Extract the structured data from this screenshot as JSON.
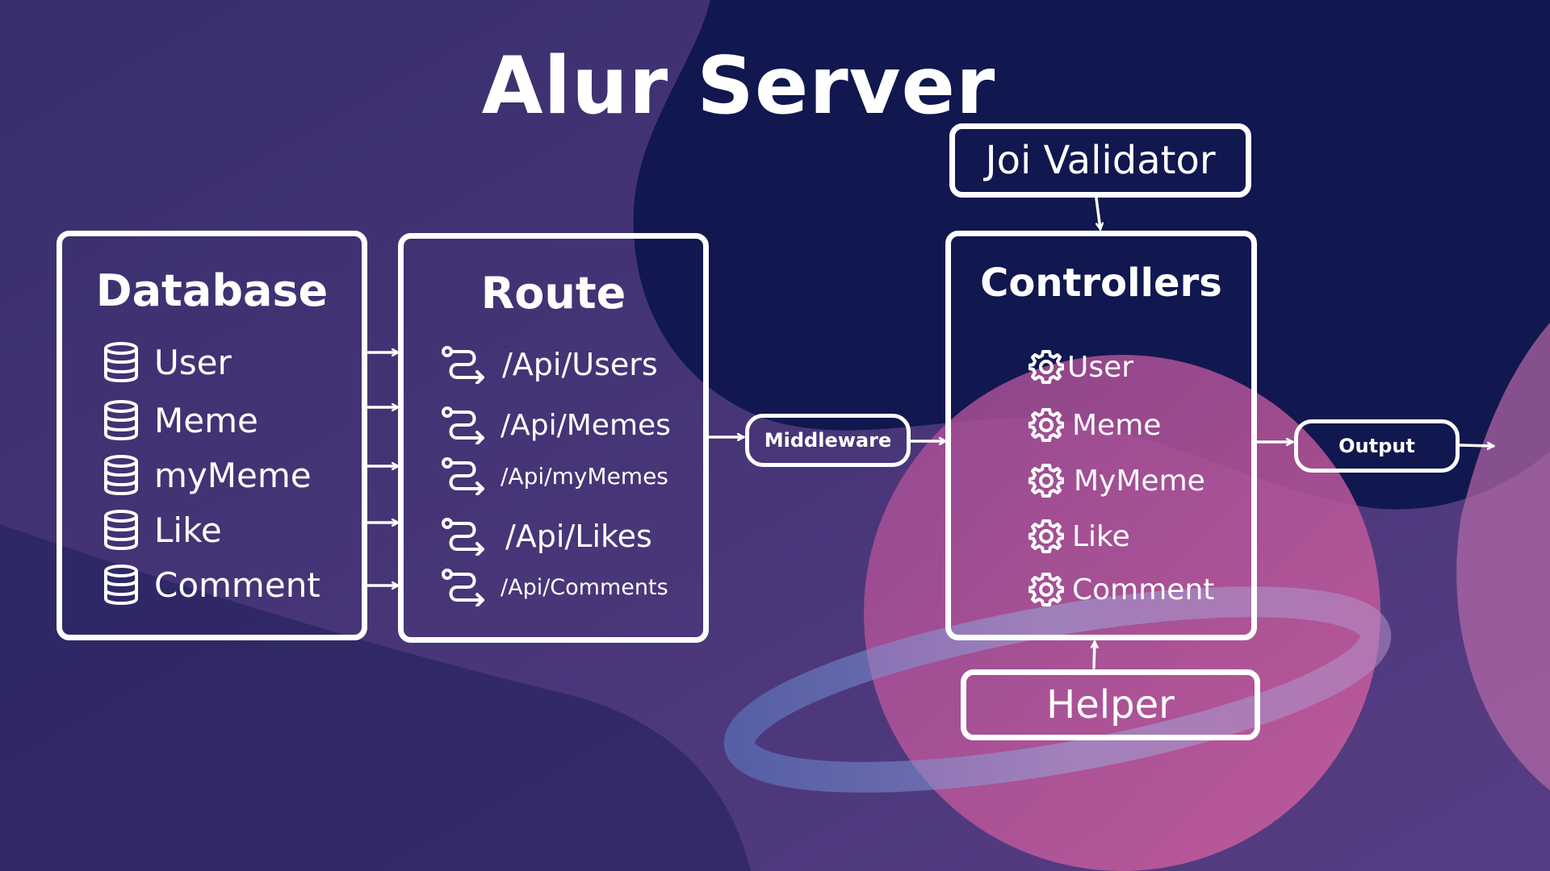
{
  "title": "Alur Server",
  "database": {
    "title": "Database",
    "items": [
      "User",
      "Meme",
      "myMeme",
      "Like",
      "Comment"
    ],
    "icon": "database-icon"
  },
  "route": {
    "title": "Route",
    "items": [
      "/Api/Users",
      "/Api/Memes",
      "/Api/myMemes",
      "/Api/Likes",
      "/Api/Comments"
    ],
    "icon": "route-icon"
  },
  "middleware": "Middleware",
  "joi_validator": "Joi Validator",
  "controllers": {
    "title": "Controllers",
    "items": [
      "User",
      "Meme",
      "MyMeme",
      "Like",
      "Comment"
    ],
    "icon": "gear-icon"
  },
  "helper": "Helper",
  "output": "Output",
  "colors": {
    "background_navy": "#11174f",
    "purple": "#4c3a7c",
    "magenta": "#c0508f",
    "pink": "#d680b4",
    "ring_blue": "#7a9cd6",
    "foreground": "#ffffff"
  }
}
